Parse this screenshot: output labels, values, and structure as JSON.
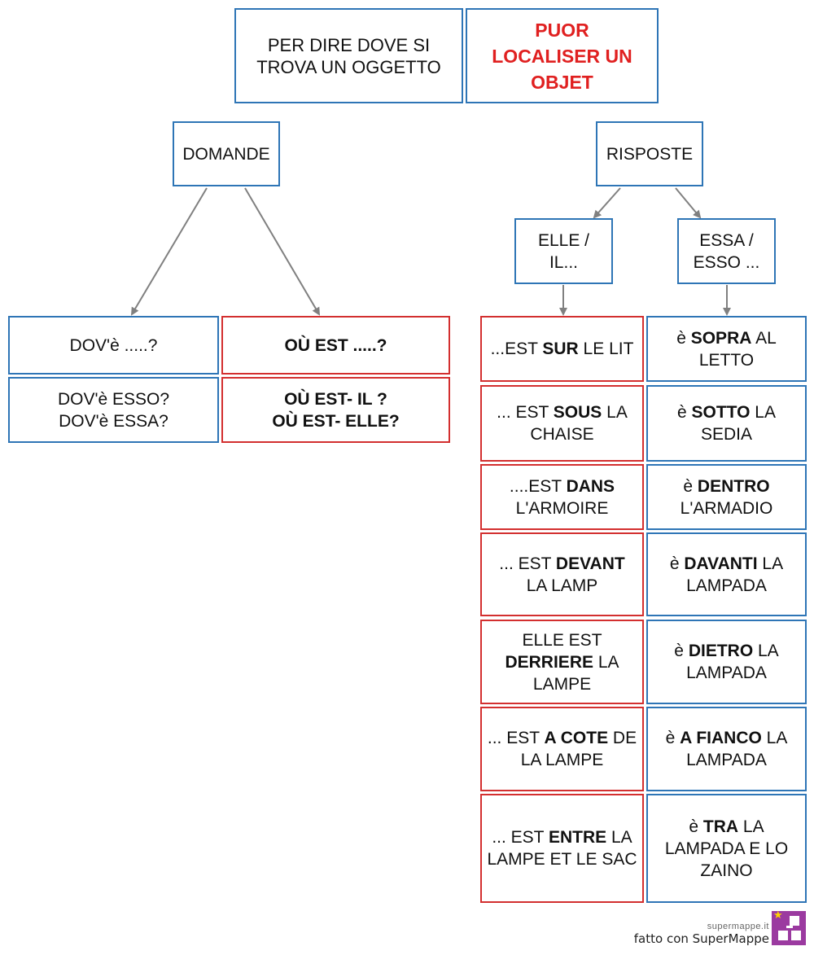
{
  "title": {
    "it": "PER DIRE DOVE SI TROVA UN OGGETTO",
    "fr": "PUOR LOCALISER  UN OBJET"
  },
  "categories": {
    "domande": "DOMANDE",
    "risposte": "RISPOSTE",
    "elle": [
      "ELLE /",
      "IL..."
    ],
    "essa": [
      "ESSA /",
      "ESSO ..."
    ]
  },
  "questions": {
    "it": [
      [
        "DOV'è .....?"
      ],
      [
        "DOV'è ESSO?",
        "DOV'è ESSA?"
      ]
    ],
    "fr": [
      [
        "OÙ EST  .....?"
      ],
      [
        "OÙ EST- IL ?",
        "OÙ EST- ELLE?"
      ]
    ]
  },
  "answers": {
    "fr": [
      {
        "pre": "...EST ",
        "key": "SUR",
        "post": " LE LIT"
      },
      {
        "pre": "... EST ",
        "key": "SOUS",
        "post": " LA CHAISE"
      },
      {
        "pre": "....EST ",
        "key": "DANS",
        "post": " L'ARMOIRE"
      },
      {
        "pre": "... EST ",
        "key": "DEVANT",
        "post": " LA LAMP"
      },
      {
        "pre": "ELLE EST ",
        "key": "DERRIERE",
        "post": " LA LAMPE"
      },
      {
        "pre": "... EST ",
        "key": "A COTE",
        "post": " DE LA LAMPE"
      },
      {
        "pre": "... EST ",
        "key": "ENTRE",
        "post": " LA LAMPE ET LE SAC"
      }
    ],
    "it": [
      {
        "pre": "è ",
        "key": "SOPRA",
        "post": " AL LETTO"
      },
      {
        "pre": "è ",
        "key": "SOTTO",
        "post": " LA SEDIA"
      },
      {
        "pre": "è ",
        "key": "DENTRO",
        "post": " L'ARMADIO"
      },
      {
        "pre": "è ",
        "key": "DAVANTI",
        "post": " LA LAMPADA"
      },
      {
        "pre": "è ",
        "key": "DIETRO",
        "post": " LA LAMPADA"
      },
      {
        "pre": "è ",
        "key": "A FIANCO",
        "post": " LA LAMPADA"
      },
      {
        "pre": "è ",
        "key": "TRA",
        "post": " LA LAMPADA E LO ZAINO"
      }
    ]
  },
  "footer": {
    "site": "supermappe.it",
    "made_with": "fatto con SuperMappe"
  },
  "colors": {
    "blue": "#2e75b6",
    "red": "#d32f2f",
    "title_red": "#e02020",
    "arrow": "#808080",
    "logo": "#9b3aa0"
  }
}
